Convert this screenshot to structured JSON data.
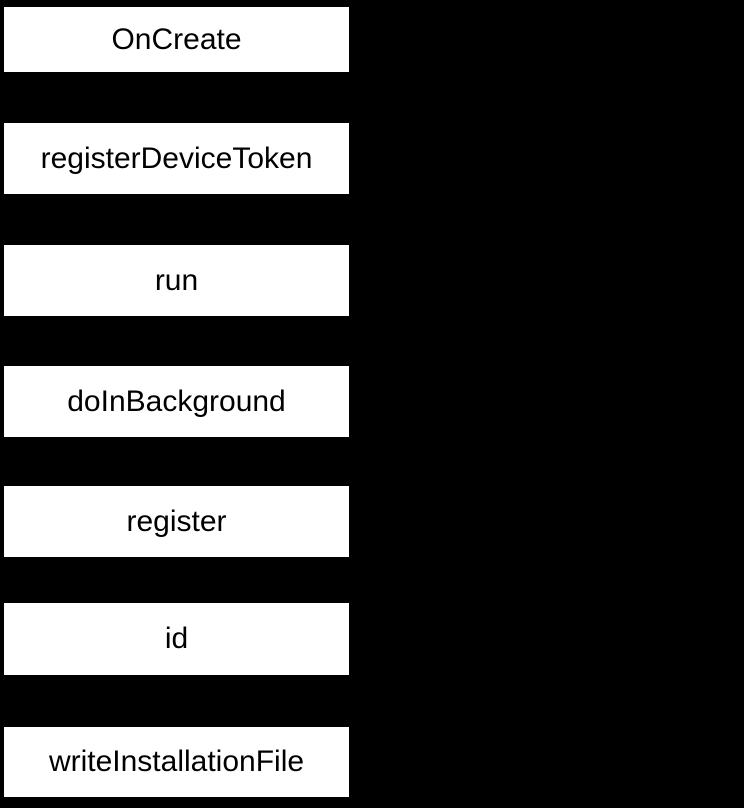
{
  "diagram": {
    "background_color": "#000000",
    "node_fill_color": "#ffffff",
    "node_text_color": "#000000",
    "nodes": [
      {
        "label": "OnCreate"
      },
      {
        "label": "registerDeviceToken"
      },
      {
        "label": "run"
      },
      {
        "label": "doInBackground"
      },
      {
        "label": "register"
      },
      {
        "label": "id"
      },
      {
        "label": "writeInstallationFile"
      }
    ]
  }
}
